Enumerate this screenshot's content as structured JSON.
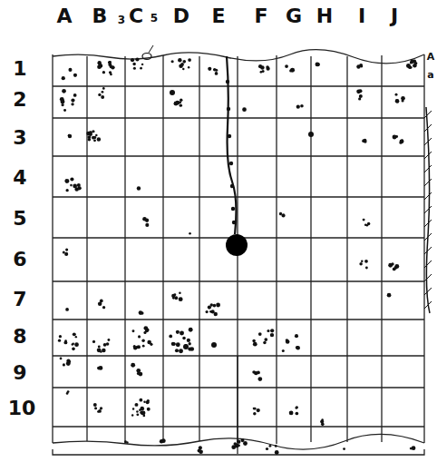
{
  "diagram": {
    "labels": [
      "A",
      "B",
      "3",
      "C",
      "5",
      "D",
      "E",
      "F",
      "G",
      "H",
      "I",
      "J",
      "1",
      "2",
      "3",
      "4",
      "5",
      "6",
      "7",
      "8",
      "9",
      "10",
      "A",
      "a"
    ]
  }
}
